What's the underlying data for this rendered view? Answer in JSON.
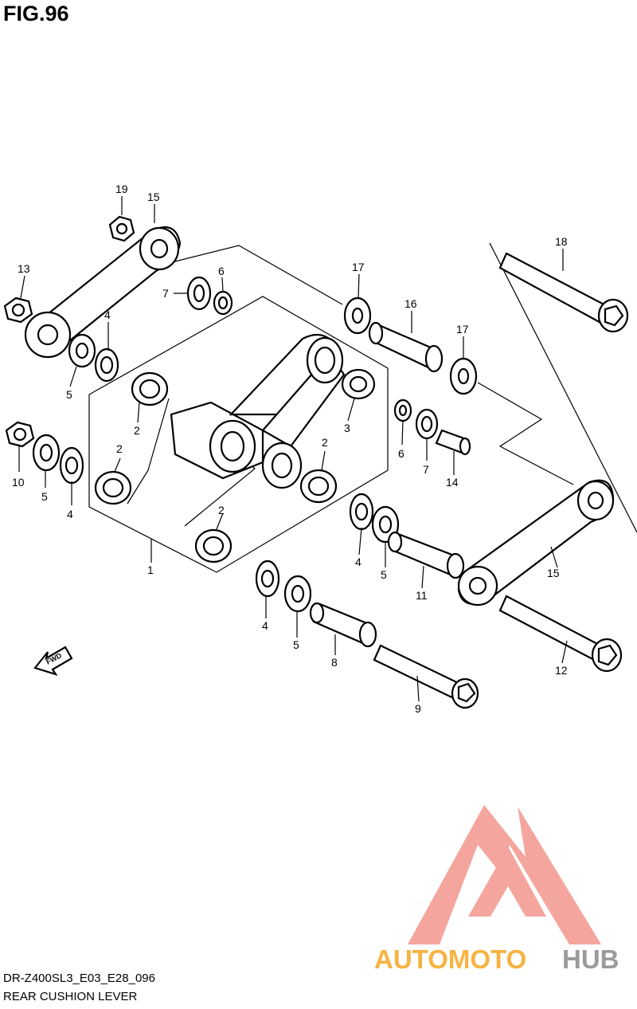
{
  "figure": {
    "title": "FIG.96"
  },
  "footer": {
    "model_code": "DR-Z400SL3_E03_E28_096",
    "section_name": "REAR CUSHION LEVER"
  },
  "direction_marker": {
    "text": "FWD"
  },
  "watermark": {
    "text_a": "AUTOMOTO",
    "text_b": "HUB",
    "color_a": "#f5a623",
    "color_b": "#8a8a8a",
    "logo_color": "#f08a80"
  },
  "callouts": [
    {
      "id": "c19",
      "text": "19"
    },
    {
      "id": "c15a",
      "text": "15"
    },
    {
      "id": "c13",
      "text": "13"
    },
    {
      "id": "c7a",
      "text": "7"
    },
    {
      "id": "c6a",
      "text": "6"
    },
    {
      "id": "c17a",
      "text": "17"
    },
    {
      "id": "c18",
      "text": "18"
    },
    {
      "id": "c16",
      "text": "16"
    },
    {
      "id": "c17b",
      "text": "17"
    },
    {
      "id": "c4a",
      "text": "4"
    },
    {
      "id": "c5a",
      "text": "5"
    },
    {
      "id": "c2a",
      "text": "2"
    },
    {
      "id": "c3",
      "text": "3"
    },
    {
      "id": "c6b",
      "text": "6"
    },
    {
      "id": "c7b",
      "text": "7"
    },
    {
      "id": "c14",
      "text": "14"
    },
    {
      "id": "c10",
      "text": "10"
    },
    {
      "id": "c5b",
      "text": "5"
    },
    {
      "id": "c4b",
      "text": "4"
    },
    {
      "id": "c2b",
      "text": "2"
    },
    {
      "id": "c2c",
      "text": "2"
    },
    {
      "id": "c2d",
      "text": "2"
    },
    {
      "id": "c1",
      "text": "1"
    },
    {
      "id": "c4c",
      "text": "4"
    },
    {
      "id": "c5c",
      "text": "5"
    },
    {
      "id": "c11",
      "text": "11"
    },
    {
      "id": "c15b",
      "text": "15"
    },
    {
      "id": "c4d",
      "text": "4"
    },
    {
      "id": "c5d",
      "text": "5"
    },
    {
      "id": "c8",
      "text": "8"
    },
    {
      "id": "c12",
      "text": "12"
    },
    {
      "id": "c9",
      "text": "9"
    }
  ]
}
